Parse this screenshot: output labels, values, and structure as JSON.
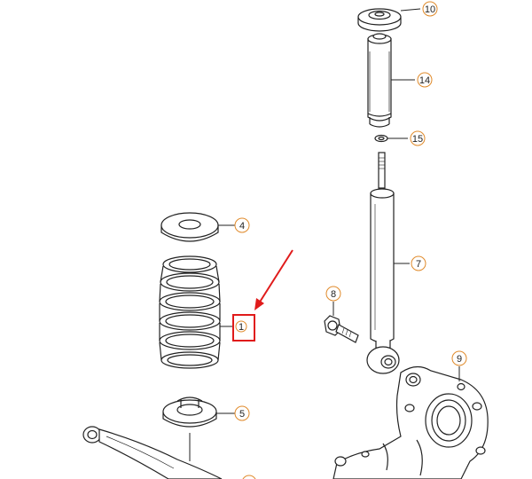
{
  "callouts": {
    "c10": "10",
    "c14": "14",
    "c15": "15",
    "c4": "4",
    "c7": "7",
    "c8": "8",
    "c1": "1",
    "c9": "9",
    "c5": "5"
  },
  "colors": {
    "line": "#222222",
    "callout_circle": "#e08a2a",
    "highlight": "#e01b1b"
  }
}
